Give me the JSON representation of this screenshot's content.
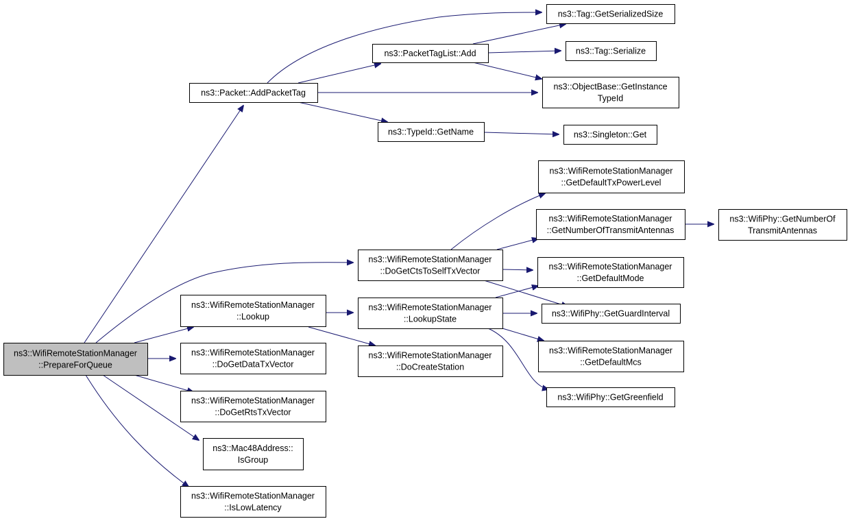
{
  "colors": {
    "edge": "#191970",
    "root_fill": "#bfbfbf",
    "node_fill": "#ffffff",
    "node_border": "#000000"
  },
  "nodes": [
    {
      "id": "n0",
      "lines": [
        "ns3::WifiRemoteStationManager",
        "::PrepareForQueue"
      ],
      "root": true
    },
    {
      "id": "n1",
      "lines": [
        "ns3::Packet::AddPacketTag"
      ]
    },
    {
      "id": "n2",
      "lines": [
        "ns3::PacketTagList::Add"
      ]
    },
    {
      "id": "n3",
      "lines": [
        "ns3::Tag::GetSerializedSize"
      ]
    },
    {
      "id": "n4",
      "lines": [
        "ns3::Tag::Serialize"
      ]
    },
    {
      "id": "n5",
      "lines": [
        "ns3::ObjectBase::GetInstance",
        "TypeId"
      ]
    },
    {
      "id": "n6",
      "lines": [
        "ns3::TypeId::GetName"
      ]
    },
    {
      "id": "n7",
      "lines": [
        "ns3::Singleton::Get"
      ]
    },
    {
      "id": "n8",
      "lines": [
        "ns3::WifiRemoteStationManager",
        "::DoGetCtsToSelfTxVector"
      ]
    },
    {
      "id": "n9",
      "lines": [
        "ns3::WifiRemoteStationManager",
        "::GetDefaultTxPowerLevel"
      ]
    },
    {
      "id": "n10",
      "lines": [
        "ns3::WifiRemoteStationManager",
        "::GetNumberOfTransmitAntennas"
      ]
    },
    {
      "id": "n11",
      "lines": [
        "ns3::WifiPhy::GetNumberOf",
        "TransmitAntennas"
      ]
    },
    {
      "id": "n12",
      "lines": [
        "ns3::WifiRemoteStationManager",
        "::GetDefaultMode"
      ]
    },
    {
      "id": "n13",
      "lines": [
        "ns3::WifiPhy::GetGuardInterval"
      ]
    },
    {
      "id": "n14",
      "lines": [
        "ns3::WifiRemoteStationManager",
        "::Lookup"
      ]
    },
    {
      "id": "n15",
      "lines": [
        "ns3::WifiRemoteStationManager",
        "::LookupState"
      ]
    },
    {
      "id": "n16",
      "lines": [
        "ns3::WifiRemoteStationManager",
        "::GetDefaultMcs"
      ]
    },
    {
      "id": "n17",
      "lines": [
        "ns3::WifiPhy::GetGreenfield"
      ]
    },
    {
      "id": "n18",
      "lines": [
        "ns3::WifiRemoteStationManager",
        "::DoCreateStation"
      ]
    },
    {
      "id": "n19",
      "lines": [
        "ns3::WifiRemoteStationManager",
        "::DoGetDataTxVector"
      ]
    },
    {
      "id": "n20",
      "lines": [
        "ns3::WifiRemoteStationManager",
        "::DoGetRtsTxVector"
      ]
    },
    {
      "id": "n21",
      "lines": [
        "ns3::Mac48Address::",
        "IsGroup"
      ]
    },
    {
      "id": "n22",
      "lines": [
        "ns3::WifiRemoteStationManager",
        "::IsLowLatency"
      ]
    }
  ],
  "edges": [
    [
      "n0",
      "n1"
    ],
    [
      "n0",
      "n8"
    ],
    [
      "n0",
      "n14"
    ],
    [
      "n0",
      "n19"
    ],
    [
      "n0",
      "n20"
    ],
    [
      "n0",
      "n21"
    ],
    [
      "n0",
      "n22"
    ],
    [
      "n1",
      "n3"
    ],
    [
      "n1",
      "n2"
    ],
    [
      "n1",
      "n5"
    ],
    [
      "n1",
      "n6"
    ],
    [
      "n2",
      "n3"
    ],
    [
      "n2",
      "n4"
    ],
    [
      "n2",
      "n5"
    ],
    [
      "n6",
      "n7"
    ],
    [
      "n8",
      "n9"
    ],
    [
      "n8",
      "n10"
    ],
    [
      "n8",
      "n12"
    ],
    [
      "n8",
      "n13"
    ],
    [
      "n10",
      "n11"
    ],
    [
      "n14",
      "n15"
    ],
    [
      "n14",
      "n18"
    ],
    [
      "n15",
      "n12"
    ],
    [
      "n15",
      "n13"
    ],
    [
      "n15",
      "n16"
    ],
    [
      "n15",
      "n10"
    ],
    [
      "n15",
      "n17"
    ]
  ]
}
